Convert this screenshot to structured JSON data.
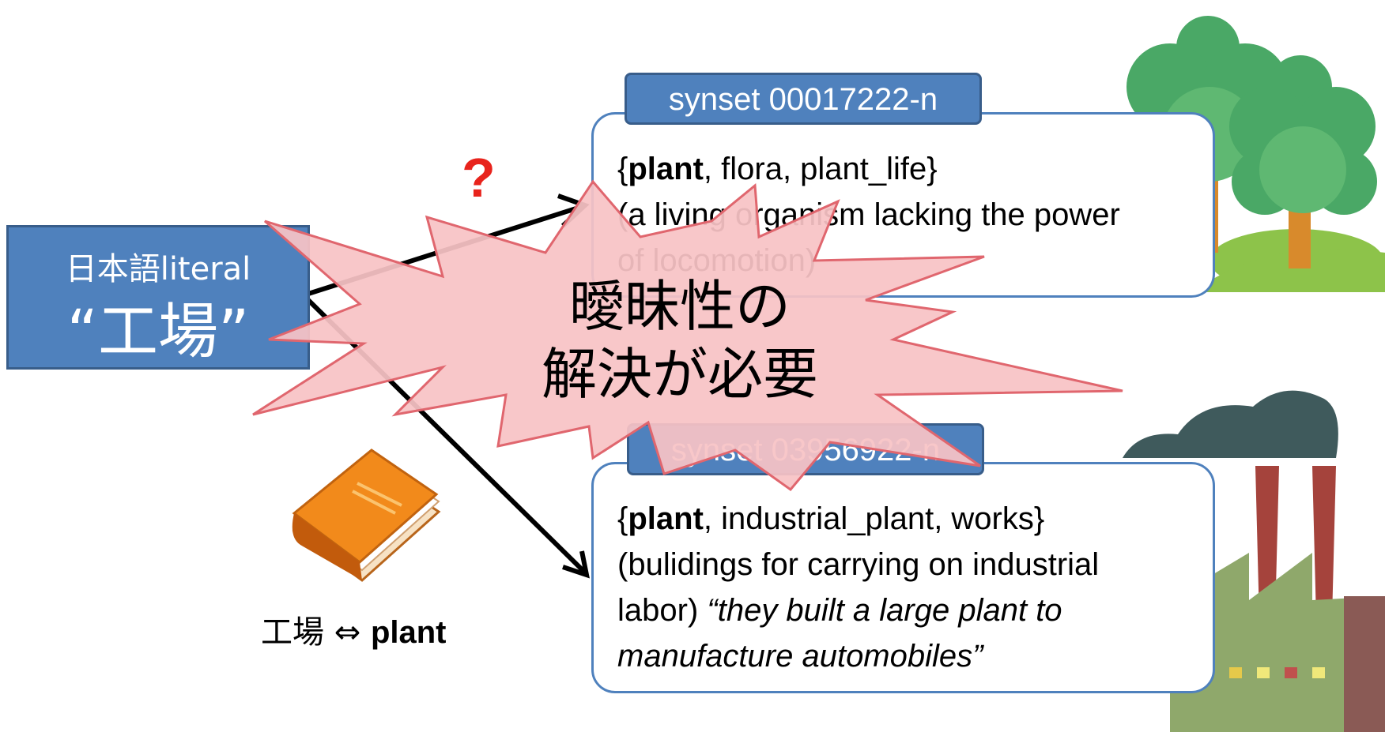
{
  "source": {
    "label": "日本語literal",
    "word": "“工場”"
  },
  "synsets": [
    {
      "id": "synset 00017222-n",
      "lemma_head": "plant",
      "lemma_rest": ", flora, plant_life}",
      "gloss": [
        "(a living organism lacking the power",
        "of locomotion)"
      ]
    },
    {
      "id": "synset 03956922-n",
      "lemma_head": "plant",
      "lemma_rest": ", industrial_plant, works}",
      "gloss": [
        "(bulidings for carrying on industrial",
        "labor) "
      ],
      "example": [
        "“they built a large plant to",
        "manufacture automobiles”"
      ]
    }
  ],
  "question_mark": "?",
  "callout": {
    "line1": "曖昧性の",
    "line2": "解決が必要"
  },
  "dictionary": {
    "ja": "工場",
    "arrow": "⇔",
    "en": "plant"
  },
  "colors": {
    "box_fill": "#4f81bd",
    "box_border": "#385d8a",
    "burst_fill": "#f7c3c5",
    "burst_stroke": "#e0666e",
    "question": "#e8231c",
    "book": "#f28a1b"
  },
  "icons": [
    "book-icon",
    "trees-icon",
    "factory-icon"
  ]
}
